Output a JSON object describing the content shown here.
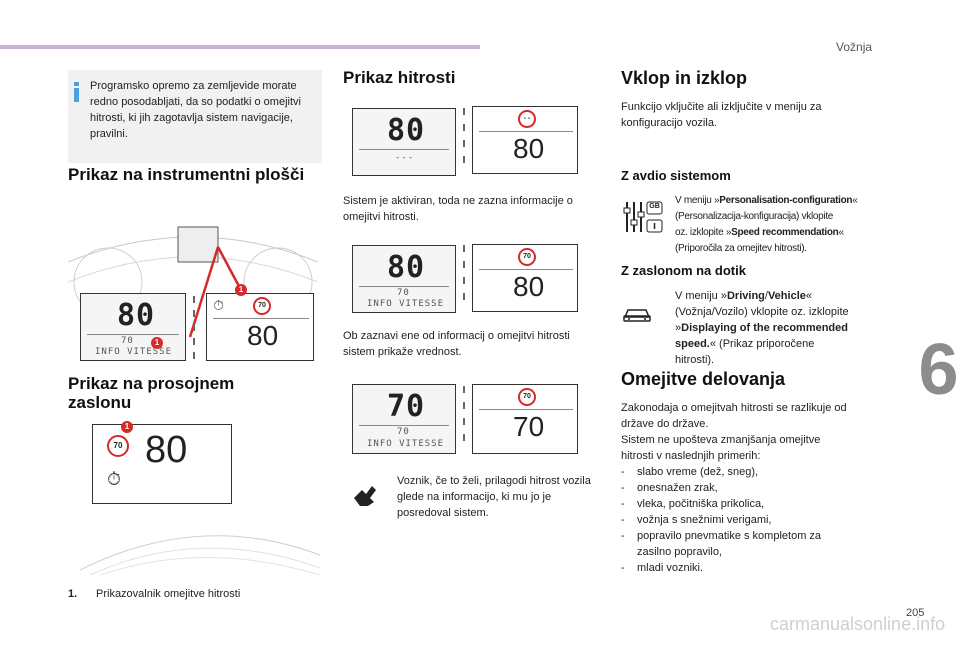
{
  "header": {
    "section": "Vožnja",
    "chapter": "6",
    "page": "205",
    "watermark": "carmanualsonline.info"
  },
  "info_box": {
    "text": "Programsko opremo za zemljevide morate redno posodabljati, da so podatki o omejitvi hitrosti, ki jih zagotavlja sistem navigacije, pravilni."
  },
  "col1": {
    "title_cluster": "Prikaz na instrumentni plošči",
    "title_hud": "Prikaz na prosojnem zaslonu",
    "cluster": {
      "speed": "80",
      "limit": "70",
      "info": "INFO VITESSE",
      "alt_speed": "80",
      "sign": "70",
      "callout": "1"
    },
    "hud": {
      "speed": "80",
      "sign": "70",
      "callout": "1"
    },
    "footnote_num": "1.",
    "footnote": "Prikazovalnik omejitve hitrosti"
  },
  "col2": {
    "title": "Prikaz hitrosti",
    "display1": {
      "speed": "80",
      "limit": "---",
      "alt_speed": "80",
      "sign": "- -"
    },
    "text1": "Sistem je aktiviran, toda ne zazna informacije o omejitvi hitrosti.",
    "display2": {
      "speed": "80",
      "limit": "70",
      "info": "INFO VITESSE",
      "alt_speed": "80",
      "sign": "70"
    },
    "text2": "Ob zaznavi ene od informacij o omejitvi hitrosti sistem prikaže vrednost.",
    "display3": {
      "speed": "70",
      "limit": "70",
      "info": "INFO VITESSE",
      "alt_speed": "70",
      "sign": "70"
    },
    "text3": "Voznik, če to želi, prilagodi hitrost vozila glede na informacijo, ki mu jo je posredoval sistem."
  },
  "col3": {
    "title": "Vklop in izklop",
    "intro": "Funkcijo vključite ali izključite v meniju za konfiguracijo vozila.",
    "audio_title": "Z avdio sistemom",
    "audio_l1a": "V meniju »",
    "audio_l1b": "Personalisation-configuration",
    "audio_l1c": "«",
    "audio_l2": "(Personalizacija-konfiguracija) vklopite",
    "audio_l3a": "oz. izklopite »",
    "audio_l3b": "Speed recommendation",
    "audio_l3c": "«",
    "audio_l4": "(Priporočila za omejitev hitrosti).",
    "touch_title": "Z zaslonom na dotik",
    "touch_l1a": "V meniju »",
    "touch_l1b": "Driving",
    "touch_l1c": "/",
    "touch_l1d": "Vehicle",
    "touch_l1e": "«",
    "touch_l2": "(Vožnja/Vozilo) vklopite oz. izklopite",
    "touch_l3a": "»",
    "touch_l3b": "Displaying of the recommended",
    "touch_l4a": "speed.",
    "touch_l4b": "« (Prikaz priporočene",
    "touch_l5": "hitrosti).",
    "limits_title": "Omejitve delovanja",
    "limits_l1": "Zakonodaja o omejitvah hitrosti se razlikuje od",
    "limits_l2": "države do države.",
    "limits_l3": "Sistem ne upošteva zmanjšanja omejitve",
    "limits_l4": "hitrosti v naslednjih primerih:",
    "bullets": [
      "slabo vreme (dež, sneg),",
      "onesnažen zrak,",
      "vleka, počitniška prikolica,",
      "vožnja s snežnimi verigami,",
      "popravilo pnevmatike s kompletom za",
      "zasilno popravilo,",
      "mladi vozniki."
    ]
  },
  "icons": {
    "gb_button": "GB"
  }
}
